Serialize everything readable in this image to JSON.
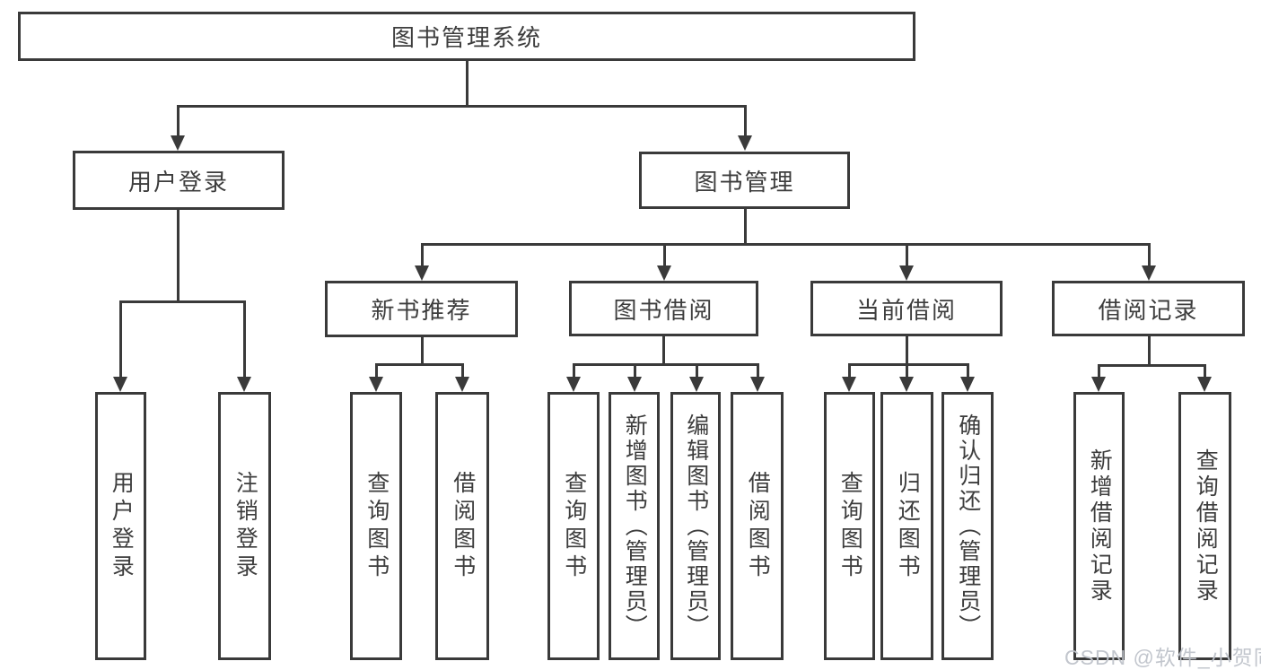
{
  "diagram": {
    "title": "图书管理系统",
    "root": {
      "label": "图书管理系统"
    },
    "level2": [
      {
        "label": "用户登录"
      },
      {
        "label": "图书管理"
      }
    ],
    "level3": [
      {
        "label": "新书推荐"
      },
      {
        "label": "图书借阅"
      },
      {
        "label": "当前借阅"
      },
      {
        "label": "借阅记录"
      }
    ],
    "level4": {
      "g1": [
        "用户登录",
        "注销登录"
      ],
      "g2": [
        "查询图书",
        "借阅图书"
      ],
      "g3": [
        "查询图书",
        "新增图书（管理员）",
        "编辑图书（管理员）",
        "借阅图书"
      ],
      "g4": [
        "查询图书",
        "归还图书",
        "确认归还（管理员）"
      ],
      "g5": [
        "新增借阅记录",
        "查询借阅记录"
      ]
    }
  },
  "watermark": "CSDN @软件_小贺同学",
  "colors": {
    "line": "#3a3a3a",
    "text": "#3d3d3d",
    "background": "#ffffff",
    "watermark": "#bfc3ca"
  }
}
